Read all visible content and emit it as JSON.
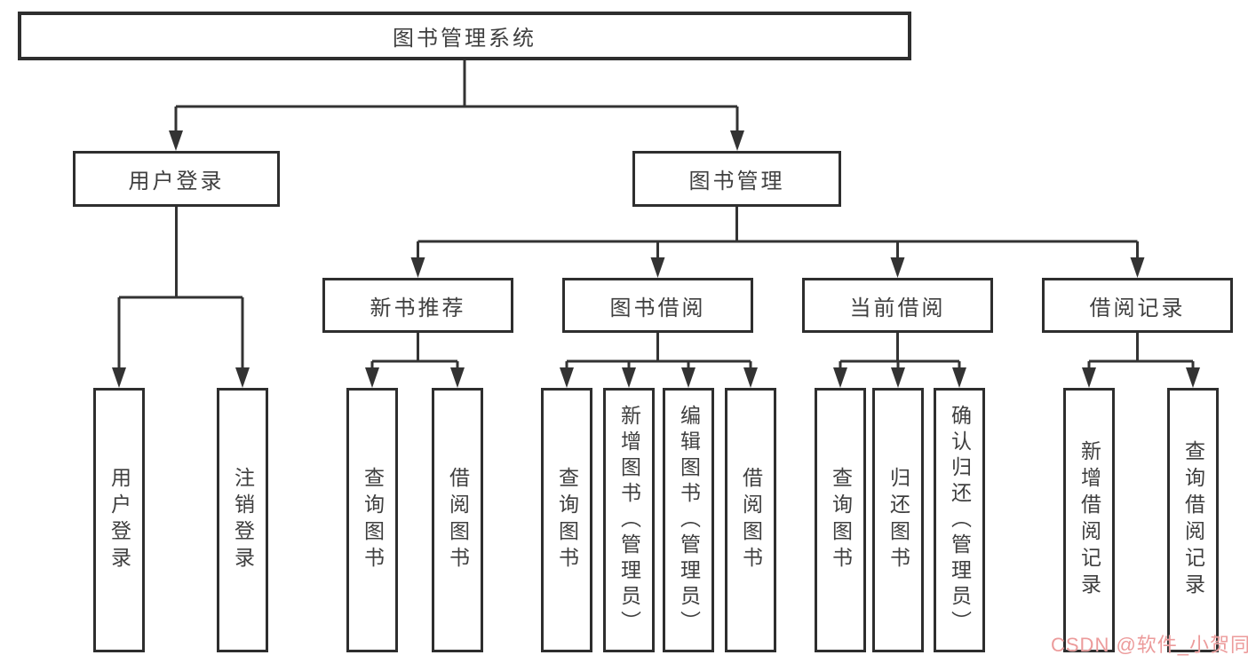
{
  "tree": {
    "root": "图书管理系统",
    "level2": [
      {
        "label": "用户登录",
        "children": [
          {
            "label": "用户登录"
          },
          {
            "label": "注销登录"
          }
        ]
      },
      {
        "label": "图书管理",
        "children": [
          {
            "label": "新书推荐",
            "children": [
              {
                "label": "查询图书"
              },
              {
                "label": "借阅图书"
              }
            ]
          },
          {
            "label": "图书借阅",
            "children": [
              {
                "label": "查询图书"
              },
              {
                "label": "新增图书（管理员）"
              },
              {
                "label": "编辑图书（管理员）"
              },
              {
                "label": "借阅图书"
              }
            ]
          },
          {
            "label": "当前借阅",
            "children": [
              {
                "label": "查询图书"
              },
              {
                "label": "归还图书"
              },
              {
                "label": "确认归还（管理员）"
              }
            ]
          },
          {
            "label": "借阅记录",
            "children": [
              {
                "label": "新增借阅记录"
              },
              {
                "label": "查询借阅记录"
              }
            ]
          }
        ]
      }
    ]
  },
  "watermark": {
    "text": "CSDN @软件_小贺同学",
    "color": "#ec9b9b"
  },
  "colors": {
    "line": "#333333",
    "box_border": "#2e2e2e",
    "text": "#3f3f3f",
    "background": "#ffffff"
  }
}
